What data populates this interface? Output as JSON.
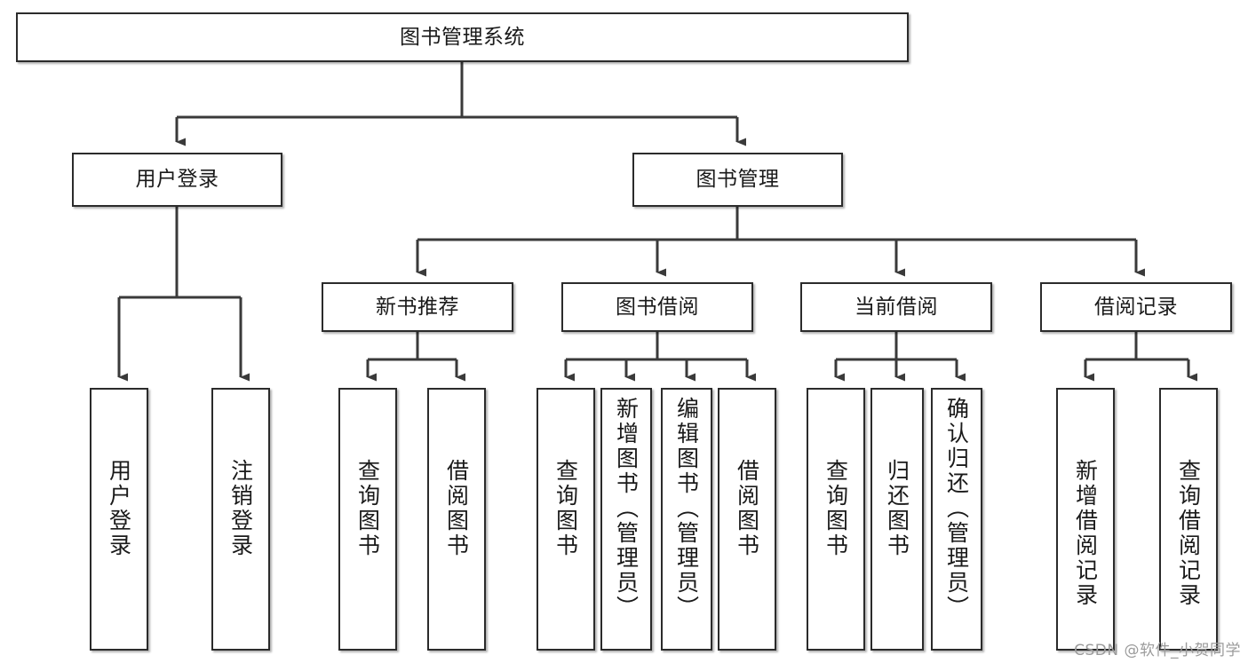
{
  "diagram": {
    "title": "图书管理系统",
    "type": "tree-hierarchy",
    "watermark": "CSDN @软件_小贺同学",
    "colors": {
      "border": "#2b2b2b",
      "background": "#ffffff",
      "text": "#1a1a1a",
      "edge": "#3a3a3a",
      "watermark": "#9b9b9b"
    },
    "root": {
      "label": "图书管理系统"
    },
    "level1": [
      {
        "label": "用户登录"
      },
      {
        "label": "图书管理"
      }
    ],
    "level2": [
      {
        "label": "新书推荐"
      },
      {
        "label": "图书借阅"
      },
      {
        "label": "当前借阅"
      },
      {
        "label": "借阅记录"
      }
    ],
    "leaves": {
      "user_login": [
        {
          "label": "用户登录"
        },
        {
          "label": "注销登录"
        }
      ],
      "new_book_recommend": [
        {
          "label": "查询图书"
        },
        {
          "label": "借阅图书"
        }
      ],
      "book_borrow": [
        {
          "label": "查询图书"
        },
        {
          "label": "新增图书（管理员）"
        },
        {
          "label": "编辑图书（管理员）"
        },
        {
          "label": "借阅图书"
        }
      ],
      "current_borrow": [
        {
          "label": "查询图书"
        },
        {
          "label": "归还图书"
        },
        {
          "label": "确认归还（管理员）"
        }
      ],
      "borrow_record": [
        {
          "label": "新增借阅记录"
        },
        {
          "label": "查询借阅记录"
        }
      ]
    }
  }
}
